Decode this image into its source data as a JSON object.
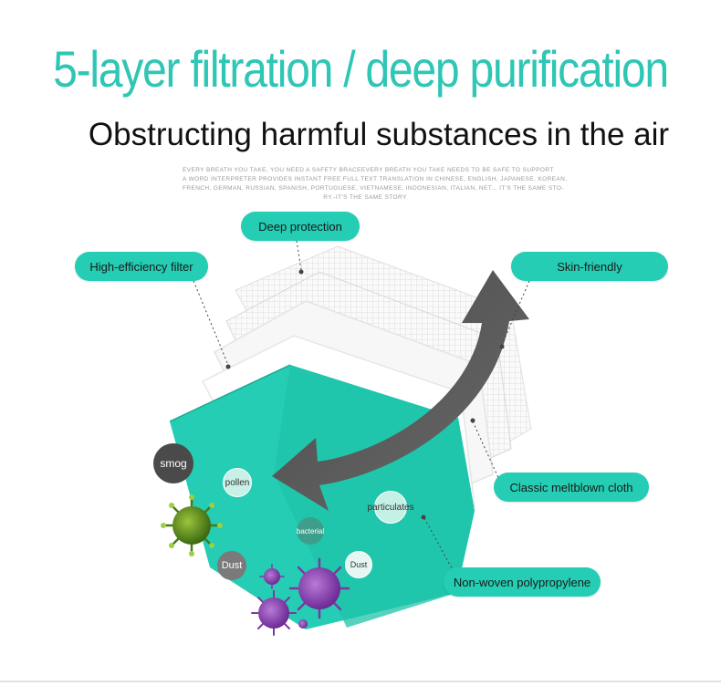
{
  "header": {
    "title": "5-layer filtration / deep purification",
    "subtitle": "Obstructing harmful substances in the air",
    "small_text": [
      "EVERY BREATH YOU TAKE, YOU NEED A SAFETY BRACEEVERY BREATH YOU TAKE NEEDS TO BE SAFE TO SUPPORT",
      "A WORD INTERPRETER PROVIDES INSTANT FREE FULL TEXT TRANSLATION IN CHINESE, ENGLISH, JAPANESE, KOREAN,",
      "FRENCH, GERMAN, RUSSIAN, SPANISH, PORTUGUESE, VIETNAMESE, INDONESIAN, ITALIAN, NET... IT'S THE SAME STO-",
      "RY.-IT'S THE SAME STORY"
    ]
  },
  "layers": {
    "deep_protection": "Deep protection",
    "high_efficiency_filter": "High-efficiency filter",
    "skin_friendly": "Skin-friendly",
    "meltblown": "Classic meltblown cloth",
    "non_woven": "Non-woven polypropylene"
  },
  "particles": {
    "smog": "smog",
    "pollen": "pollen",
    "particulates": "particulates",
    "bacterial": "bacterial",
    "dust_dark": "Dust",
    "dust_light": "Dust"
  },
  "icons": {
    "arrow": "curved-arrow-icon",
    "virus": "virus-icon"
  },
  "colors": {
    "teal": "#24cdb3",
    "teal_dark": "#1fb9a2",
    "headline": "#2ec6b4",
    "virus_purple": "#8a3fb0",
    "virus_green": "#5a8a1e",
    "arrow": "#555555"
  }
}
